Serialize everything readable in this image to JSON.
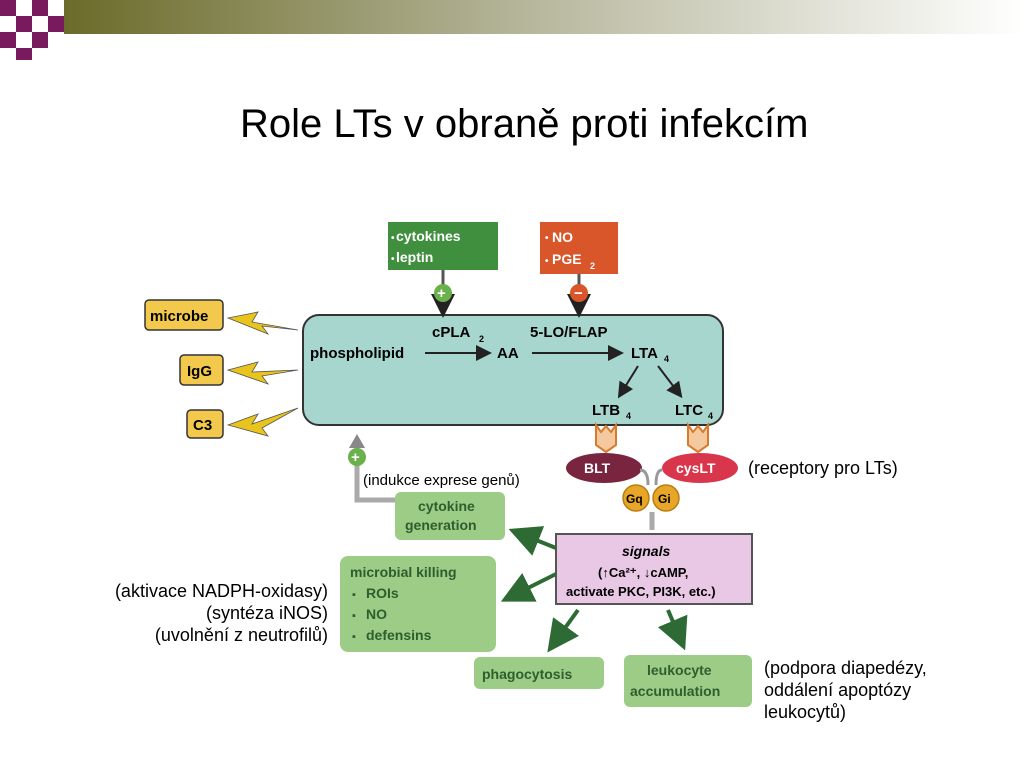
{
  "title": "Role LTs v obraně proti infekcím",
  "diagram": {
    "inputs": {
      "stimulators": [
        "cytokines",
        "leptin"
      ],
      "inhibitors": [
        "NO",
        "PGE"
      ],
      "inhibitor_subscript": "2",
      "plus_sign": "+",
      "minus_sign": "−"
    },
    "triggers": [
      "microbe",
      "IgG",
      "C3"
    ],
    "pathway": {
      "phospholipid": "phospholipid",
      "enzyme1": "cPLA",
      "enzyme1_sub": "2",
      "aa": "AA",
      "enzyme2": "5-LO/FLAP",
      "lta": "LTA",
      "lta_sub": "4",
      "ltb": "LTB",
      "ltb_sub": "4",
      "ltc": "LTC",
      "ltc_sub": "4"
    },
    "receptors": {
      "blt": "BLT",
      "cyslt": "cysLT",
      "gq": "Gq",
      "gi": "Gi"
    },
    "signals": {
      "title": "signals",
      "line1": "(↑Ca²⁺, ↓cAMP,",
      "line2": "activate PKC, PI3K, etc.)"
    },
    "outcomes": {
      "cytokine_line1": "cytokine",
      "cytokine_line2": "generation",
      "cytokine_plus": "+",
      "killing_title": "microbial killing",
      "killing_items": [
        "ROIs",
        "NO",
        "defensins"
      ],
      "phagocytosis": "phagocytosis",
      "leukocyte_line1": "leukocyte",
      "leukocyte_line2": "accumulation"
    }
  },
  "notes": {
    "receptors": "(receptory pro LTs)",
    "gene_expression": "(indukce exprese genů)",
    "killing": [
      "(aktivace NADPH-oxidasy)",
      "(syntéza iNOS)",
      "(uvolnění z neutrofilů)"
    ],
    "leukocyte": [
      "(podpora diapedézy,",
      "oddálení apoptózy",
      "leukocytů)"
    ]
  }
}
